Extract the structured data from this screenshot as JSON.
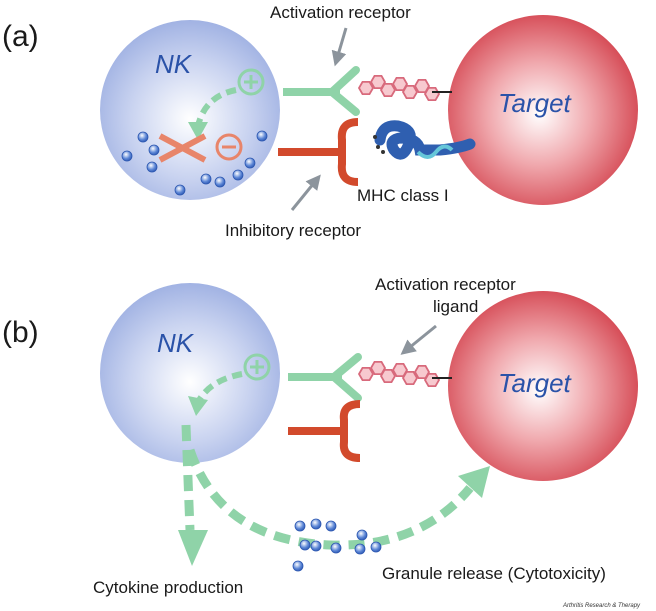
{
  "panel_a": {
    "label": "(a)",
    "nk_label": "NK",
    "target_label": "Target",
    "activation_receptor_label": "Activation receptor",
    "inhibitory_receptor_label": "Inhibitory receptor",
    "mhc_label": "MHC class I"
  },
  "panel_b": {
    "label": "(b)",
    "nk_label": "NK",
    "target_label": "Target",
    "ligand_label_line1": "Activation receptor",
    "ligand_label_line2": "ligand",
    "cytokine_label": "Cytokine production",
    "granule_label": "Granule release (Cytotoxicity)"
  },
  "credit": "Arthritis Research & Therapy",
  "colors": {
    "nk_cell": "#a9b9e6",
    "target_cell": "#d8444f",
    "activation": "#8fd3a8",
    "inhibitory": "#d24a2c",
    "ligand": "#e88a98",
    "mhc": "#2f5fb0",
    "granule": "#3f6cc4"
  }
}
